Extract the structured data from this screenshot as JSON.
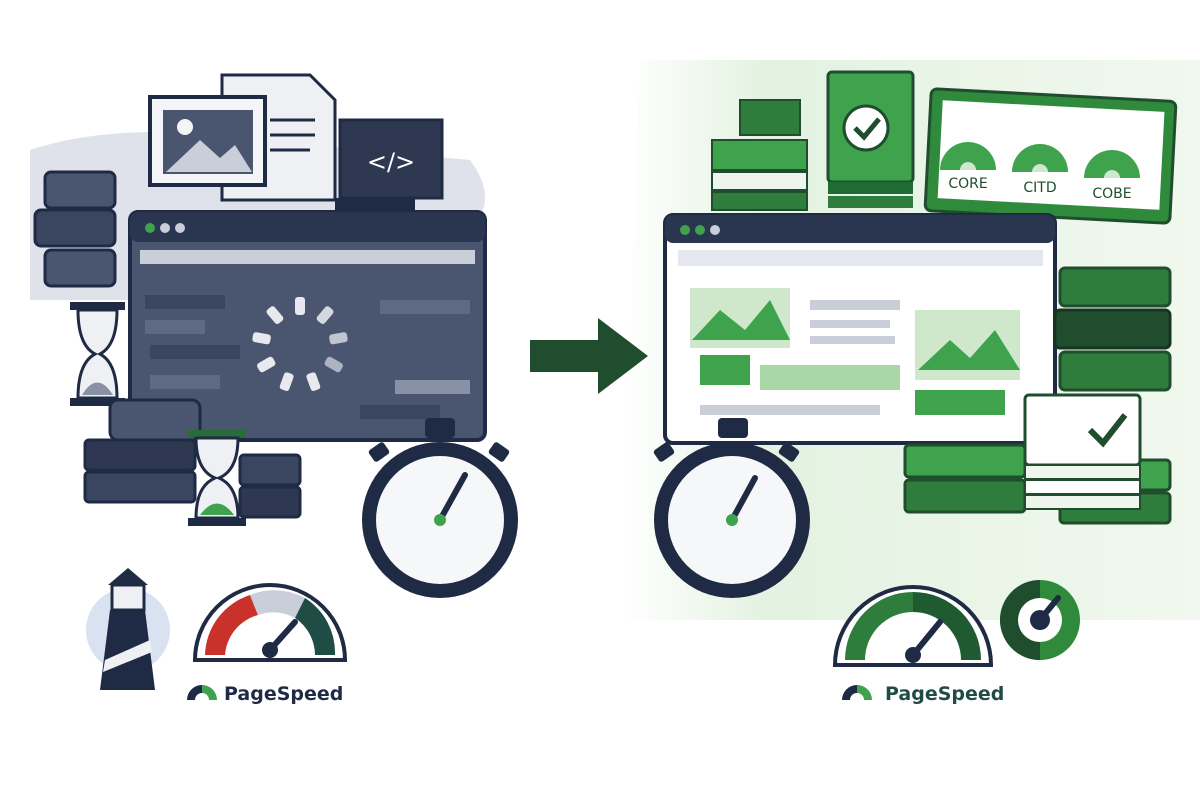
{
  "colors": {
    "navy": "#1f2a44",
    "slate": "#4a5670",
    "gray_light": "#c9ced9",
    "green_dark": "#1f6b34",
    "green": "#3fa34d",
    "green_light": "#a9d8a6",
    "red": "#c8322a",
    "teal": "#1f4d46"
  },
  "before": {
    "code_card_label": "</>",
    "logo_label": "PageSpeed",
    "gauge_level": "low"
  },
  "after": {
    "metric_panel": {
      "labels": [
        "CORE",
        "CITD",
        "COBE"
      ]
    },
    "logo_label": "PageSpeed",
    "gauge_level": "high"
  },
  "icons": [
    "image-icon",
    "document-icon",
    "code-icon",
    "server-icon",
    "hourglass-icon",
    "loading-spinner-icon",
    "stopwatch-icon",
    "lighthouse-icon",
    "speed-gauge-icon",
    "arrow-right-icon",
    "checkmark-icon",
    "pagespeed-logo-icon"
  ]
}
